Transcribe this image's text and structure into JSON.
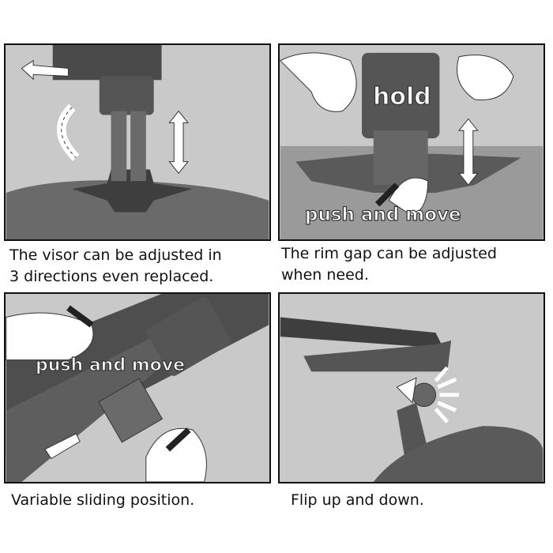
{
  "panels": [
    {
      "caption_line1": "The visor can be adjusted in",
      "caption_line2": "3 directions even replaced."
    },
    {
      "caption_line1": "The rim gap can be adjusted",
      "caption_line2": "when need.",
      "label_hold": "hold",
      "label_push": "push and move"
    },
    {
      "caption_line1": "Variable sliding position.",
      "label_push": "push and move"
    },
    {
      "caption_line1": "Flip up and down."
    }
  ]
}
